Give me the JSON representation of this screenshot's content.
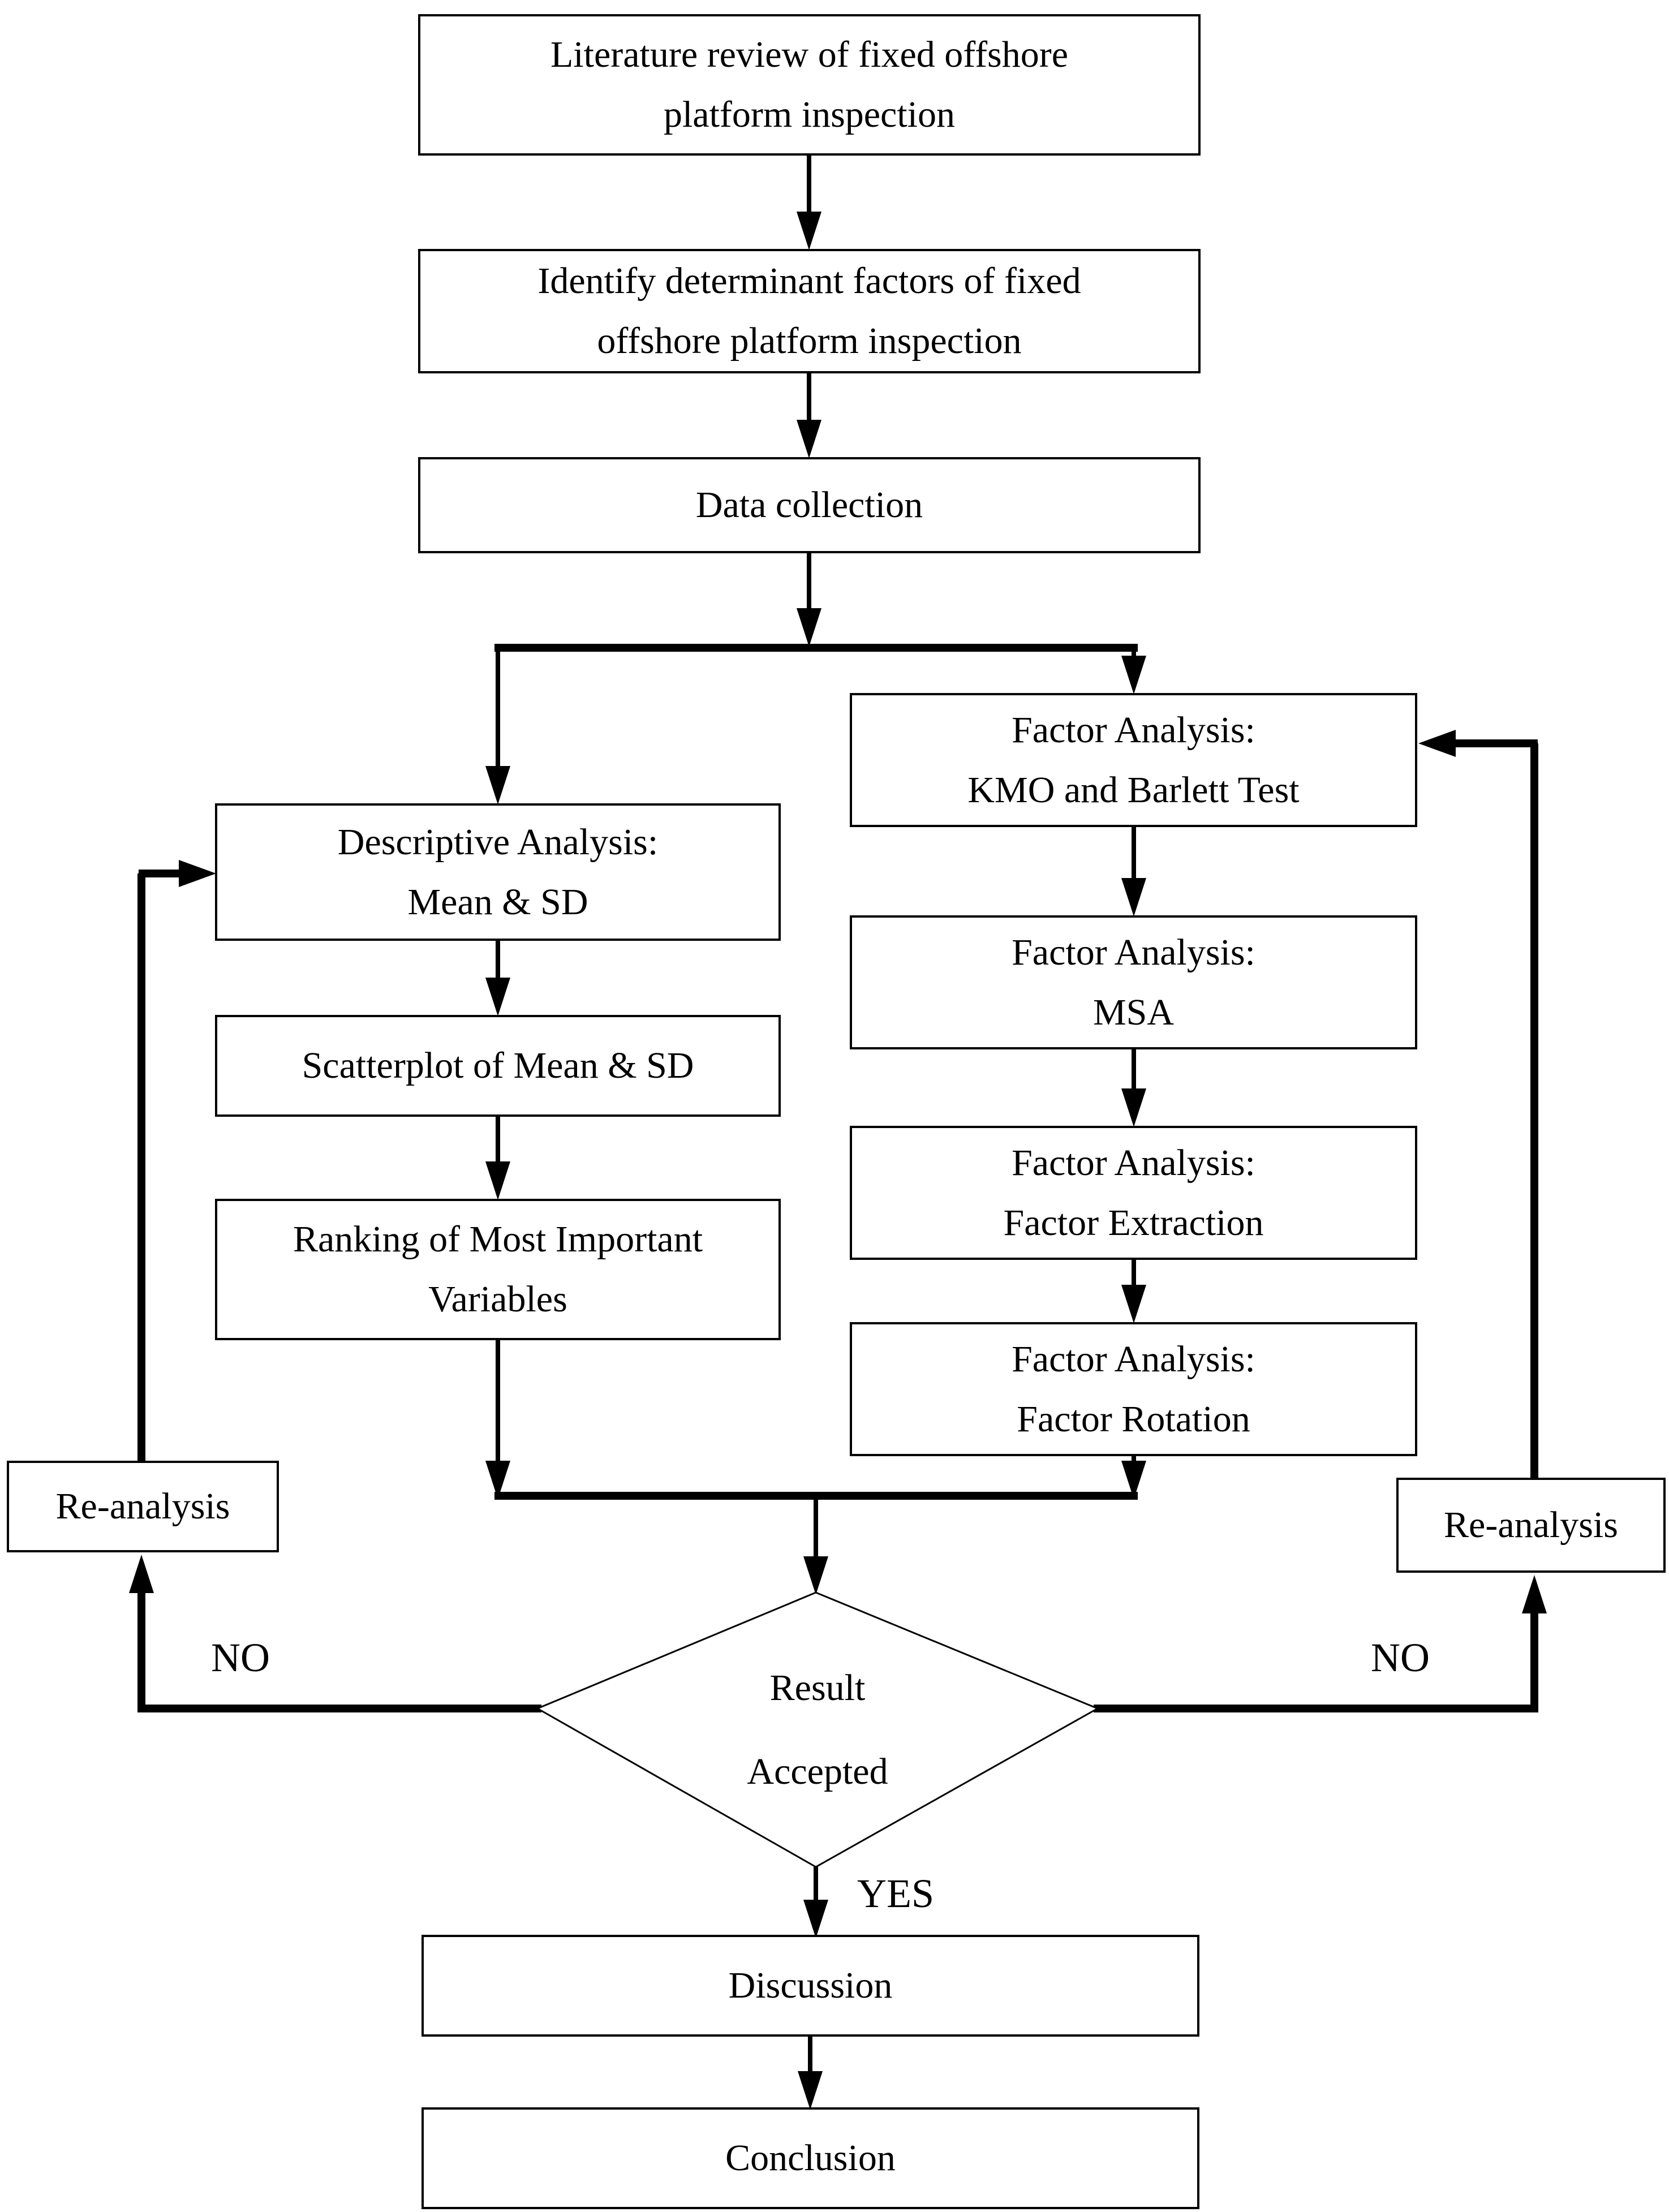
{
  "page": {
    "background": "#ffffff",
    "ink": "#000000"
  },
  "nodes": {
    "literature_review": {
      "line1": "Literature review of fixed offshore",
      "line2": "platform inspection"
    },
    "identify_factors": {
      "line1": "Identify determinant factors of fixed",
      "line2": "offshore platform inspection"
    },
    "data_collection": {
      "label": "Data collection"
    },
    "descriptive_analysis": {
      "line1": "Descriptive Analysis:",
      "line2": "Mean & SD"
    },
    "scatterplot": {
      "label": "Scatterplot of Mean & SD"
    },
    "ranking": {
      "line1": "Ranking of Most Important",
      "line2": "Variables"
    },
    "fa_kmo": {
      "line1": "Factor Analysis:",
      "line2": "KMO and Barlett Test"
    },
    "fa_msa": {
      "line1": "Factor Analysis:",
      "line2": "MSA"
    },
    "fa_extraction": {
      "line1": "Factor Analysis:",
      "line2": "Factor Extraction"
    },
    "fa_rotation": {
      "line1": "Factor Analysis:",
      "line2": "Factor Rotation"
    },
    "reanalysis_left": {
      "label": "Re-analysis"
    },
    "reanalysis_right": {
      "label": "Re-analysis"
    },
    "decision": {
      "line1": "Result",
      "line2": "Accepted"
    },
    "discussion": {
      "label": "Discussion"
    },
    "conclusion": {
      "label": "Conclusion"
    }
  },
  "edge_labels": {
    "no_left": "NO",
    "no_right": "NO",
    "yes": "YES"
  }
}
